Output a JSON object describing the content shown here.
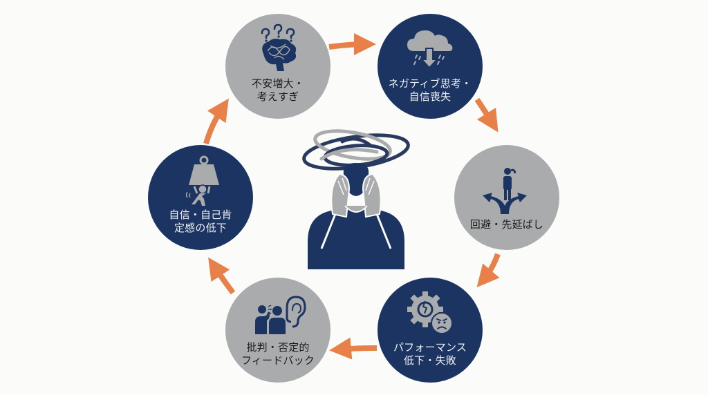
{
  "diagram": {
    "type": "cycle",
    "center": {
      "icon": "stressed-person-icon",
      "description": "person holding head with swirling lines"
    },
    "colors": {
      "navy": "#1c3461",
      "gray": "#a9abad",
      "arrow": "#e8804a",
      "background": "#fbfbf9"
    },
    "nodes": [
      {
        "id": 1,
        "style": "gray",
        "icon": "confused-brain-icon",
        "line1": "不安増大・",
        "line2": "考えすぎ"
      },
      {
        "id": 2,
        "style": "navy",
        "icon": "rain-cloud-down-arrow-icon",
        "line1": "ネガティブ思考・",
        "line2": "自信喪失"
      },
      {
        "id": 3,
        "style": "gray",
        "icon": "crossroads-person-icon",
        "line1": "回避・先延ばし",
        "line2": ""
      },
      {
        "id": 4,
        "style": "navy",
        "icon": "broken-gear-angry-face-icon",
        "line1": "パフォーマンス",
        "line2": "低下・失敗"
      },
      {
        "id": 5,
        "style": "gray",
        "icon": "whisper-ear-icon",
        "line1": "批判・否定的",
        "line2": "フィードバック"
      },
      {
        "id": 6,
        "style": "navy",
        "icon": "heavy-weight-person-icon",
        "line1": "自信・自己肯",
        "line2": "定感の低下"
      }
    ],
    "flow": [
      "1→2",
      "2→3",
      "3→4",
      "4→5",
      "5→6",
      "6→1"
    ]
  }
}
